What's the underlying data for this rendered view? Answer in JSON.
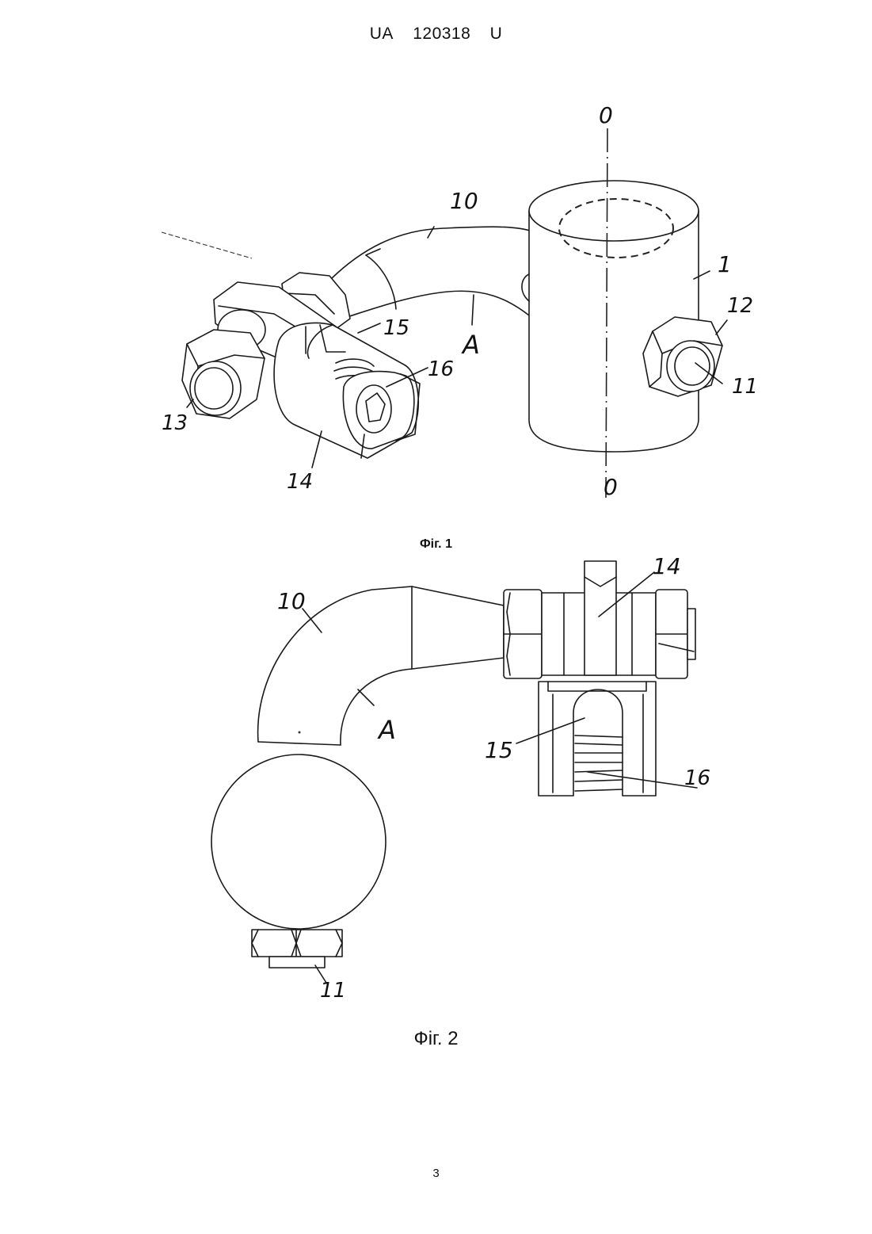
{
  "header": {
    "country": "UA",
    "number": "120318",
    "kind": "U"
  },
  "figure1": {
    "caption": "Фіг. 1",
    "labels": {
      "axis_top": "0",
      "axis_bottom": "0",
      "l1": "1",
      "l10": "10",
      "l11": "11",
      "l12": "12",
      "l13": "13",
      "l14": "14",
      "l15": "15",
      "l16": "16",
      "lA": "A"
    }
  },
  "figure2": {
    "caption": "Фіг. 2",
    "labels": {
      "l10": "10",
      "l11": "11",
      "l14": "14",
      "l15": "15",
      "l16": "16",
      "lA": "A"
    }
  },
  "page_number": "3"
}
